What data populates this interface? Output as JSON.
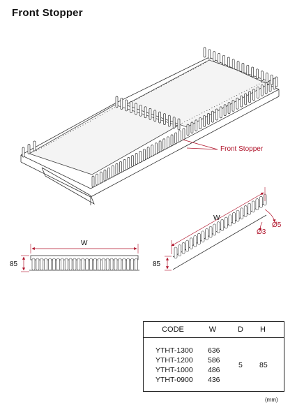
{
  "page_title": "Front Stopper",
  "callout_label": "Front Stopper",
  "dims": {
    "width_symbol": "W",
    "height_value": "85",
    "diameter_large": "Ø5",
    "diameter_small": "Ø3"
  },
  "table": {
    "headers": [
      "CODE",
      "W",
      "D",
      "H"
    ],
    "codes": [
      "YTHT-1300",
      "YTHT-1200",
      "YTHT-1000",
      "YTHT-0900"
    ],
    "widths": [
      "636",
      "586",
      "486",
      "436"
    ],
    "d": "5",
    "h": "85"
  },
  "unit": "(mm)",
  "colors": {
    "dimension_red": "#b0132a",
    "line": "#333333"
  }
}
